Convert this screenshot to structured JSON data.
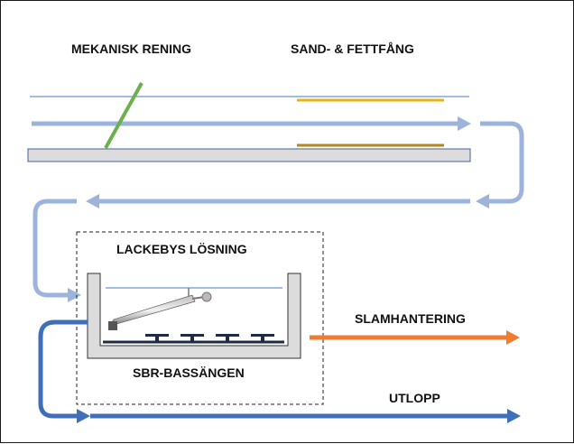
{
  "labels": {
    "mechanical": "MEKANISK RENING",
    "sand_grease": "SAND- & FETTFÅNG",
    "solution": "LACKEBYS LÖSNING",
    "basin": "SBR-BASSÄNGEN",
    "sludge": "SLAMHANTERING",
    "outlet": "UTLOPP"
  },
  "colors": {
    "flow_light": "#9bb3dd",
    "flow_dark": "#3f6fb8",
    "sludge": "#ee7d31",
    "screen": "#6ab04c",
    "grease": "#e8b117",
    "grease_dark": "#b5861a",
    "channel_fill": "#dcdcdc",
    "water_line": "#4a78c8"
  }
}
